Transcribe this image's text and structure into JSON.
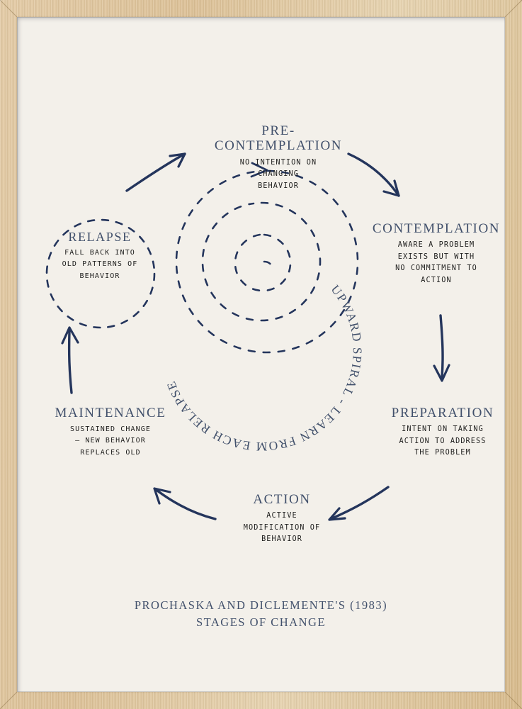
{
  "artwork": {
    "paper_color": "#f3f0ea",
    "frame_color": "#dcc095",
    "ink_navy": "#24355c",
    "heading_color": "#41506b",
    "body_color": "#20201f"
  },
  "caption": "PROCHASKA AND DICLEMENTE'S (1983)\nSTAGES OF CHANGE",
  "spiral": {
    "label": "UPWARD SPIRAL - LEARN FROM EACH RELAPSE"
  },
  "stages": [
    {
      "id": "precontemplation",
      "title": "PRE-\nCONTEMPLATION",
      "desc": "NO INTENTION ON\nCHANGING\nBEHAVIOR"
    },
    {
      "id": "contemplation",
      "title": "CONTEMPLATION",
      "desc": "AWARE A PROBLEM\nEXISTS BUT WITH\nNO COMMITMENT TO\nACTION"
    },
    {
      "id": "preparation",
      "title": "PREPARATION",
      "desc": "INTENT ON TAKING\nACTION TO ADDRESS\nTHE PROBLEM"
    },
    {
      "id": "action",
      "title": "ACTION",
      "desc": "ACTIVE\nMODIFICATION OF\nBEHAVIOR"
    },
    {
      "id": "maintenance",
      "title": "MAINTENANCE",
      "desc": "SUSTAINED CHANGE\n– NEW BEHAVIOR\nREPLACES OLD"
    },
    {
      "id": "relapse",
      "title": "RELAPSE",
      "desc": "FALL BACK INTO\nOLD PATTERNS OF\nBEHAVIOR"
    }
  ]
}
